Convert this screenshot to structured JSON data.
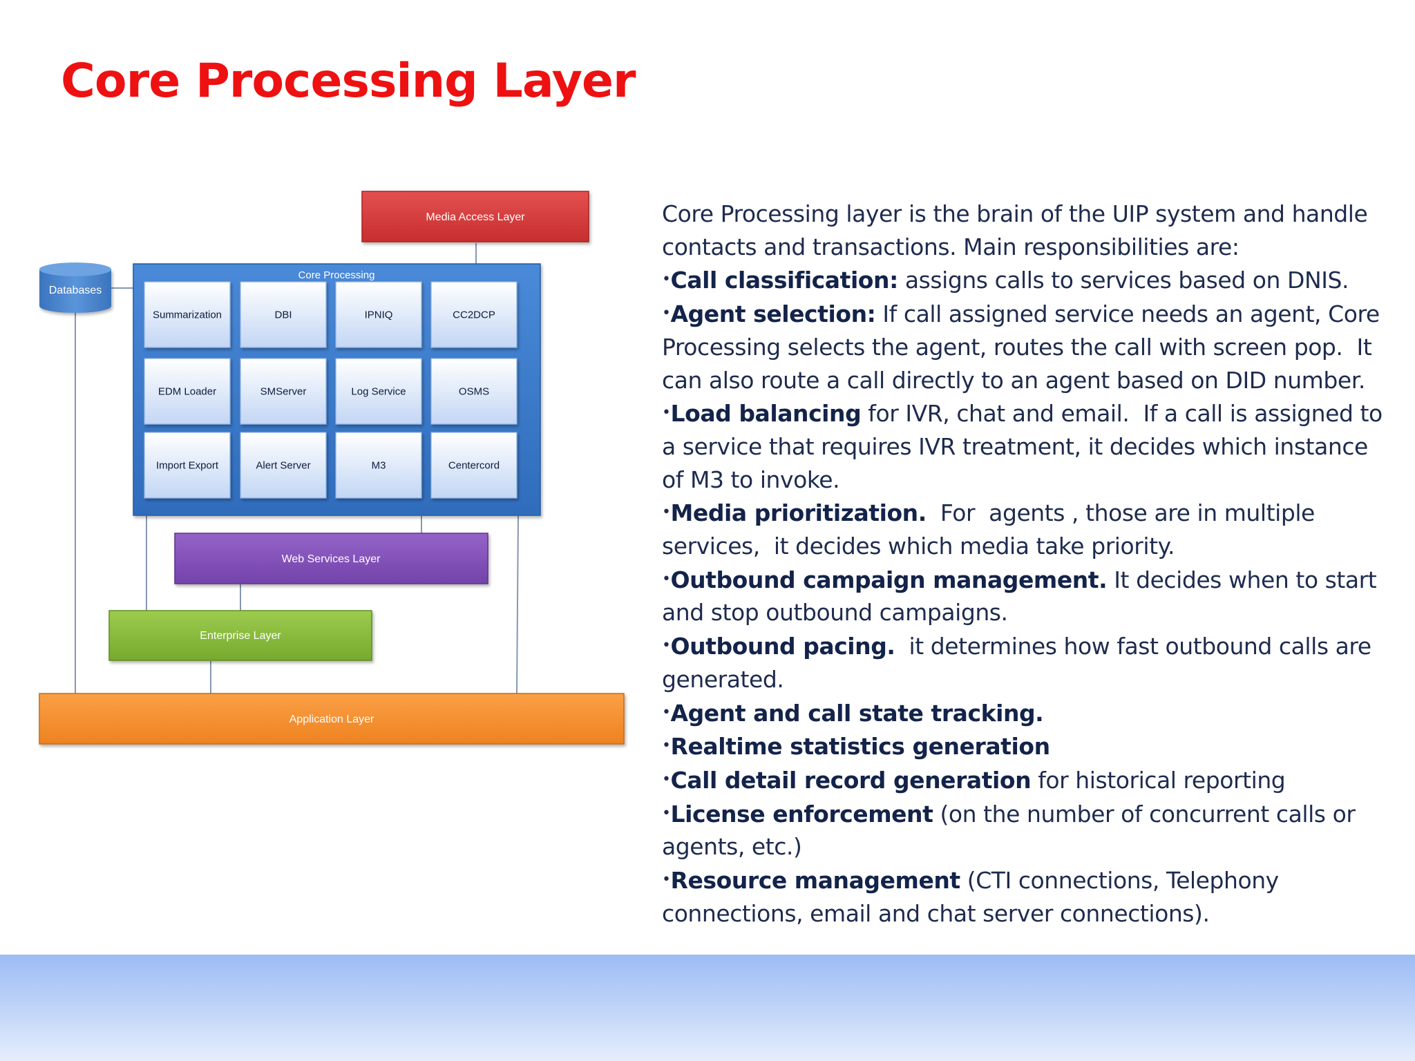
{
  "slide": {
    "title": "Core Processing Layer"
  },
  "diagram": {
    "media_access_layer": "Media Access Layer",
    "databases": "Databases",
    "core_processing_title": "Core Processing",
    "modules": [
      "Summarization",
      "DBI",
      "IPNIQ",
      "CC2DCP",
      "EDM Loader",
      "SMServer",
      "Log Service",
      "OSMS",
      "Import Export",
      "Alert Server",
      "M3",
      "Centercord"
    ],
    "web_services_layer": "Web Services Layer",
    "enterprise_layer": "Enterprise Layer",
    "application_layer": "Application Layer",
    "colors": {
      "media": "#d63c3c",
      "core": "#3f7fd0",
      "web": "#8352b8",
      "enterprise": "#86bb3b",
      "application": "#f48e2b",
      "database": "#4883cc"
    }
  },
  "text": {
    "intro": "Core Processing layer is the brain of the UIP system and handle contacts and transactions. Main responsibilities are:",
    "bullets": [
      {
        "bold": "Call classification:",
        "rest": " assigns calls to services based on DNIS."
      },
      {
        "bold": "Agent selection:",
        "rest": " If call assigned service needs an agent, Core Processing selects the agent, routes the call with screen pop.  It can also route a call directly to an agent based on DID number."
      },
      {
        "bold": "Load balancing",
        "rest": " for IVR, chat and email.  If a call is assigned to a service that requires IVR treatment, it decides which instance of M3 to invoke."
      },
      {
        "bold": "Media prioritization.",
        "rest": "  For  agents , those are in multiple services,  it decides which media take priority."
      },
      {
        "bold": "Outbound campaign management.",
        "rest": " It decides when to start and stop outbound campaigns."
      },
      {
        "bold": "Outbound pacing.",
        "rest": "  it determines how fast outbound calls are generated."
      },
      {
        "bold": "Agent and call state tracking.",
        "rest": ""
      },
      {
        "bold": "Realtime statistics generation",
        "rest": ""
      },
      {
        "bold": "Call detail record generation",
        "rest": " for historical reporting"
      },
      {
        "bold": "License enforcement",
        "rest": " (on the number of concurrent calls or agents, etc.)"
      },
      {
        "bold": "Resource management",
        "rest": " (CTI connections, Telephony connections, email and chat server connections)."
      }
    ]
  }
}
